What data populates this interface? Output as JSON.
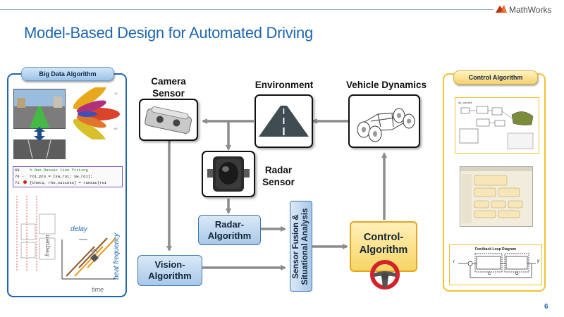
{
  "slide": {
    "title": "Model-Based Design for Automated Driving",
    "page_number": "6",
    "logo": {
      "text": "MathWorks",
      "icon": "mathworks-membrane-logo"
    }
  },
  "left_panel": {
    "label": "Big Data Algorithm",
    "code_lines": [
      {
        "num": "69",
        "marker": "",
        "text": "% Run Ransac line fitting",
        "comment": true
      },
      {
        "num": "70",
        "marker": "-",
        "text": "roi_pts = [xw_roi; yw_roi];",
        "comment": false
      },
      {
        "num": "71",
        "marker": "breakpoint",
        "text": "[theta, rho,success] = ransac(roi",
        "comment": false
      }
    ],
    "plot_labels": {
      "delay": "delay",
      "frequency": "frequen",
      "beat": "beat frequency",
      "time": "time"
    }
  },
  "right_panel": {
    "label": "Control Algorithm",
    "diagram_title": "Feedback Loop Diagram",
    "diagram_labels": {
      "r": "r",
      "y": "y",
      "c": "C",
      "g": "G"
    }
  },
  "stages": {
    "camera": "Camera Sensor",
    "environment": "Environment",
    "vehicle_dynamics": "Vehicle Dynamics",
    "radar": "Radar Sensor",
    "radar_algorithm": "Radar- Algorithm",
    "vision_algorithm": "Vision- Algorithm",
    "fusion": "Sensor Fusion & Situational Analysis",
    "control_algorithm": "Control- Algorithm"
  },
  "colors": {
    "title_blue": "#1f66b0",
    "panel_blue": "#1f66b0",
    "panel_yellow": "#f1c232",
    "arrow_gray": "#8c8c8c"
  }
}
